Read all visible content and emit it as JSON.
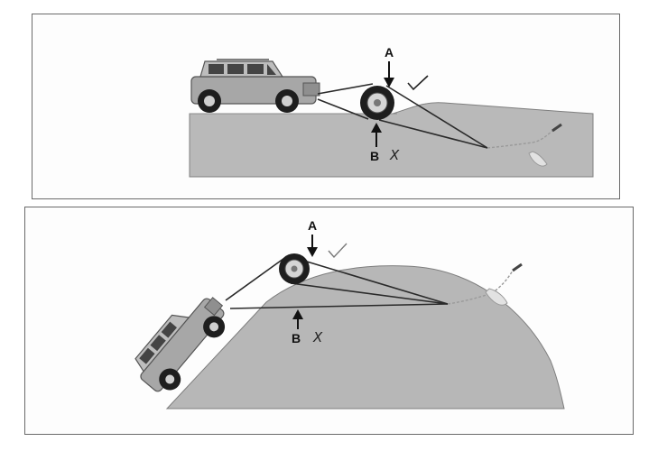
{
  "colors": {
    "ground": "#b7b7b7",
    "ground_edge": "#7e7e7e",
    "rope": "#2a2a2a",
    "vehicle_body": "#a9a9a9",
    "tire": "#1e1e1e",
    "hub": "#d8d8d8",
    "frame": "#6a6a6a"
  },
  "icons": [
    "vehicle-icon",
    "snatch-block-icon",
    "anchor-stake-icon",
    "check-mark-icon",
    "cross-mark-icon",
    "arrow-down-icon",
    "arrow-up-icon"
  ],
  "panels": [
    {
      "label_a": "A",
      "label_b": "B",
      "mark_a": "✓",
      "mark_b": "X"
    },
    {
      "label_a": "A",
      "label_b": "B",
      "mark_a": "✓",
      "mark_b": "X"
    }
  ]
}
